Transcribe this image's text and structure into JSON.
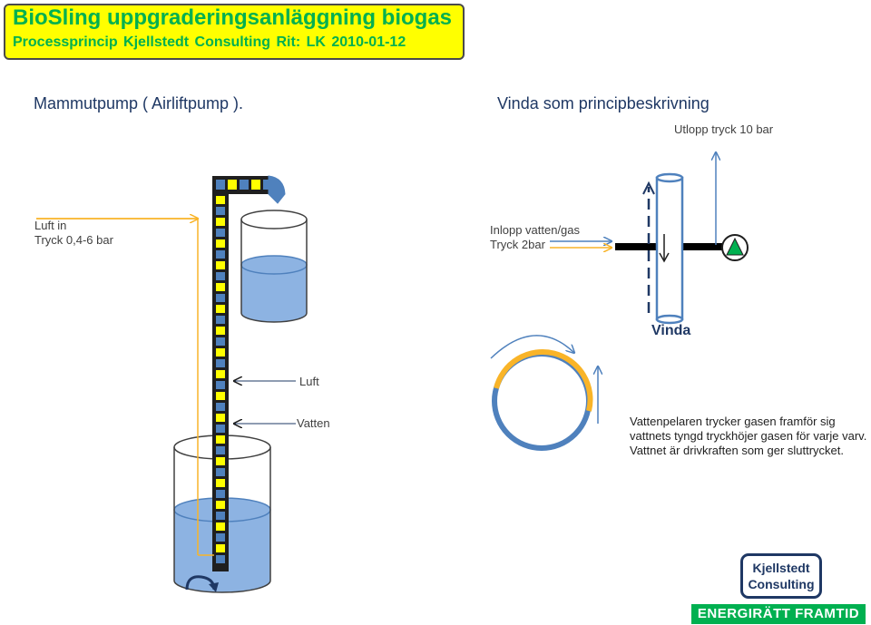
{
  "header": {
    "title": "BioSling uppgraderingsanläggning biogas",
    "subtitle": "Processprincip  Kjellstedt Consulting   Rit: LK   2010-01-12"
  },
  "left_diagram": {
    "heading": "Mammutpump ( Airliftpump ).",
    "air_in_line1": "Luft in",
    "air_in_line2": "Tryck 0,4-6 bar",
    "air_label": "Luft",
    "water_label": "Vatten"
  },
  "right_diagram": {
    "heading": "Vinda som principbeskrivning",
    "outlet_label": "Utlopp  tryck 10 bar",
    "inlet_line1": "Inlopp vatten/gas",
    "inlet_line2": "Tryck 2bar",
    "vinda_label": "Vinda",
    "description_line1": "Vattenpelaren trycker gasen framför sig",
    "description_line2": "vattnets tyngd tryckhöjer gasen för varje varv.",
    "description_line3": "Vattnet är drivkraften som ger sluttrycket."
  },
  "logo": {
    "line1": "Kjellstedt",
    "line2": "Consulting"
  },
  "footer": {
    "tagline": "ENERGIRÄTT FRAMTID"
  },
  "colors": {
    "title_bg": "#ffff00",
    "title_text": "#00b050",
    "water": "#8db3e2",
    "pipe_blue": "#4f81bd",
    "air_orange": "#f9b428",
    "footer_green": "#00b050",
    "navy": "#1f3864"
  }
}
